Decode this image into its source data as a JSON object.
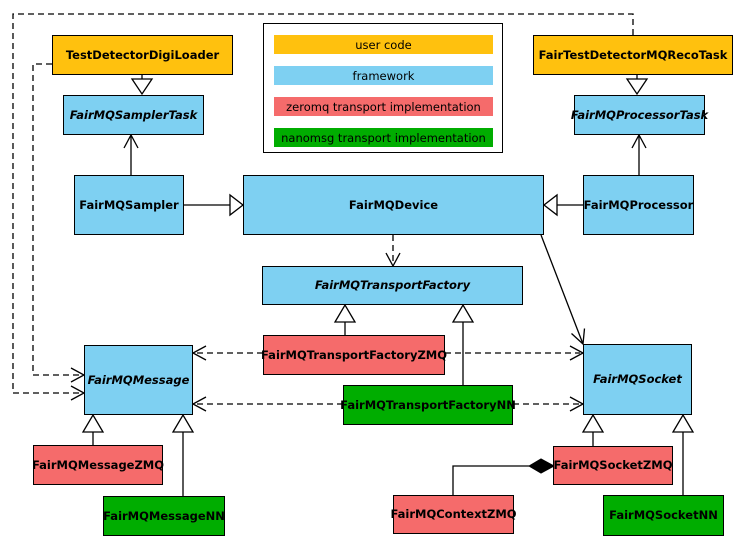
{
  "legend": {
    "items": [
      {
        "label": "user code",
        "color": "#FFC10E"
      },
      {
        "label": "framework",
        "color": "#7ED0F2"
      },
      {
        "label": "zeromq transport implementation",
        "color": "#F56B6B"
      },
      {
        "label": "nanomsg transport implementation",
        "color": "#00AD00"
      }
    ]
  },
  "colors": {
    "user_code": "#FFC10E",
    "framework": "#7ED0F2",
    "zeromq": "#F56B6B",
    "nanomsg": "#00AD00",
    "line": "#000000",
    "background": "#FFFFFF"
  },
  "nodes": {
    "digiLoader": {
      "label": "TestDetectorDigiLoader",
      "category": "user_code",
      "abstract": false
    },
    "recoTask": {
      "label": "FairTestDetectorMQRecoTask",
      "category": "user_code",
      "abstract": false
    },
    "samplerTask": {
      "label": "FairMQSamplerTask",
      "category": "framework",
      "abstract": true
    },
    "processorTask": {
      "label": "FairMQProcessorTask",
      "category": "framework",
      "abstract": true
    },
    "sampler": {
      "label": "FairMQSampler",
      "category": "framework",
      "abstract": false
    },
    "device": {
      "label": "FairMQDevice",
      "category": "framework",
      "abstract": false
    },
    "processor": {
      "label": "FairMQProcessor",
      "category": "framework",
      "abstract": false
    },
    "transportFactory": {
      "label": "FairMQTransportFactory",
      "category": "framework",
      "abstract": true
    },
    "factoryZMQ": {
      "label": "FairMQTransportFactoryZMQ",
      "category": "zeromq",
      "abstract": false
    },
    "factoryNN": {
      "label": "FairMQTransportFactoryNN",
      "category": "nanomsg",
      "abstract": false
    },
    "message": {
      "label": "FairMQMessage",
      "category": "framework",
      "abstract": true
    },
    "socket": {
      "label": "FairMQSocket",
      "category": "framework",
      "abstract": true
    },
    "messageZMQ": {
      "label": "FairMQMessageZMQ",
      "category": "zeromq",
      "abstract": false
    },
    "messageNN": {
      "label": "FairMQMessageNN",
      "category": "nanomsg",
      "abstract": false
    },
    "contextZMQ": {
      "label": "FairMQContextZMQ",
      "category": "zeromq",
      "abstract": false
    },
    "socketZMQ": {
      "label": "FairMQSocketZMQ",
      "category": "zeromq",
      "abstract": false
    },
    "socketNN": {
      "label": "FairMQSocketNN",
      "category": "nanomsg",
      "abstract": false
    }
  },
  "relations": [
    {
      "from": "TestDetectorDigiLoader",
      "to": "FairMQSamplerTask",
      "type": "inheritance"
    },
    {
      "from": "FairTestDetectorMQRecoTask",
      "to": "FairMQProcessorTask",
      "type": "inheritance"
    },
    {
      "from": "FairMQSampler",
      "to": "FairMQSamplerTask",
      "type": "association"
    },
    {
      "from": "FairMQProcessor",
      "to": "FairMQProcessorTask",
      "type": "association"
    },
    {
      "from": "FairMQSampler",
      "to": "FairMQDevice",
      "type": "inheritance"
    },
    {
      "from": "FairMQProcessor",
      "to": "FairMQDevice",
      "type": "inheritance"
    },
    {
      "from": "FairMQDevice",
      "to": "FairMQTransportFactory",
      "type": "dependency"
    },
    {
      "from": "FairMQDevice",
      "to": "FairMQSocket",
      "type": "association"
    },
    {
      "from": "FairMQTransportFactoryZMQ",
      "to": "FairMQTransportFactory",
      "type": "inheritance"
    },
    {
      "from": "FairMQTransportFactoryNN",
      "to": "FairMQTransportFactory",
      "type": "inheritance"
    },
    {
      "from": "FairMQTransportFactoryZMQ",
      "to": "FairMQMessage",
      "type": "dependency"
    },
    {
      "from": "FairMQTransportFactoryZMQ",
      "to": "FairMQSocket",
      "type": "dependency"
    },
    {
      "from": "FairMQTransportFactoryNN",
      "to": "FairMQMessage",
      "type": "dependency"
    },
    {
      "from": "FairMQTransportFactoryNN",
      "to": "FairMQSocket",
      "type": "dependency"
    },
    {
      "from": "TestDetectorDigiLoader",
      "to": "FairMQMessage",
      "type": "dependency"
    },
    {
      "from": "FairTestDetectorMQRecoTask",
      "to": "FairMQMessage",
      "type": "dependency"
    },
    {
      "from": "FairMQMessageZMQ",
      "to": "FairMQMessage",
      "type": "inheritance"
    },
    {
      "from": "FairMQMessageNN",
      "to": "FairMQMessage",
      "type": "inheritance"
    },
    {
      "from": "FairMQSocketZMQ",
      "to": "FairMQSocket",
      "type": "inheritance"
    },
    {
      "from": "FairMQSocketNN",
      "to": "FairMQSocket",
      "type": "inheritance"
    },
    {
      "from": "FairMQContextZMQ",
      "to": "FairMQSocketZMQ",
      "type": "composition"
    }
  ]
}
